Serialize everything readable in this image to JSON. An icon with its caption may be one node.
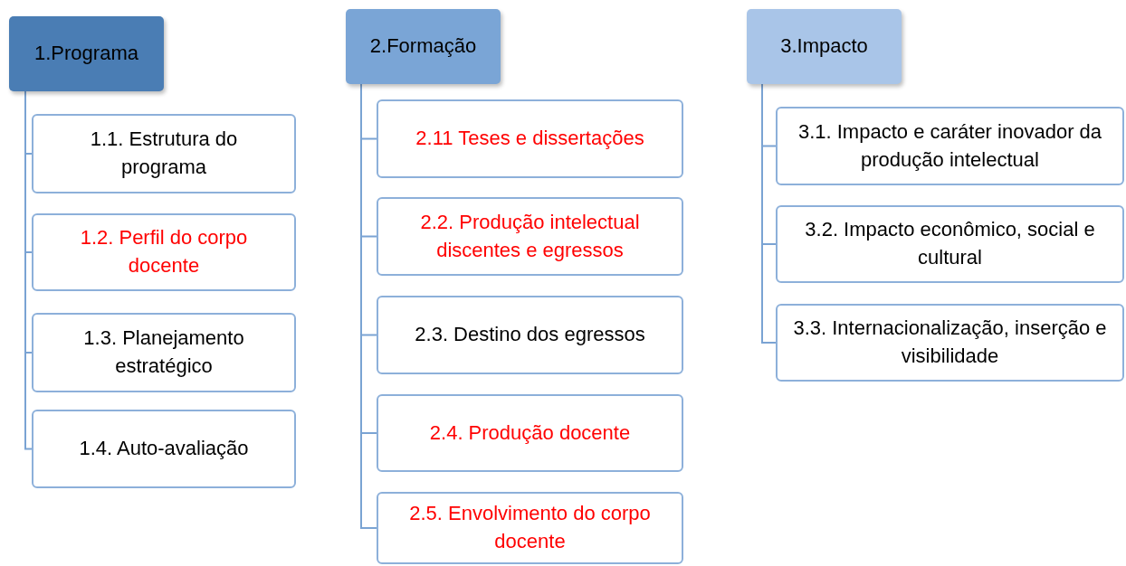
{
  "diagram": {
    "nodes": [
      {
        "text": [
          "1.Programa"
        ]
      },
      {
        "text": [
          "1.1. Estrutura do programa"
        ]
      },
      {
        "text": [
          "1.2. Perfil do corpo docente"
        ]
      },
      {
        "text": [
          "1.3. Planejamento estratégico"
        ]
      },
      {
        "text": [
          "1.4. Auto-avaliação"
        ]
      },
      {
        "text": [
          "2.Formação"
        ]
      },
      {
        "text": [
          "2.11 Teses e dissertações"
        ]
      },
      {
        "text": [
          "2.2. Produção intelectual discentes e egressos"
        ]
      },
      {
        "text": [
          "2.3. Destino dos egressos"
        ]
      },
      {
        "text": [
          "2.4. Produção docente"
        ]
      },
      {
        "text": [
          "2.5. Envolvimento do corpo docente"
        ]
      },
      {
        "text": [
          "3.Impacto"
        ]
      },
      {
        "text": [
          "3.1. Impacto e caráter inovador da produção intelectual"
        ]
      },
      {
        "text": [
          "3.2. Impacto econômico, social e cultural"
        ]
      },
      {
        "text": [
          "3.3. Internacionalização, inserção e visibilidade"
        ]
      }
    ],
    "edges": [
      {
        "from": 0,
        "to": 1,
        "arrow": "none"
      },
      {
        "from": 0,
        "to": 2,
        "arrow": "none"
      },
      {
        "from": 0,
        "to": 3,
        "arrow": "none"
      },
      {
        "from": 0,
        "to": 4,
        "arrow": "none"
      },
      {
        "from": 5,
        "to": 6,
        "arrow": "none"
      },
      {
        "from": 5,
        "to": 7,
        "arrow": "none"
      },
      {
        "from": 5,
        "to": 8,
        "arrow": "none"
      },
      {
        "from": 5,
        "to": 9,
        "arrow": "none"
      },
      {
        "from": 5,
        "to": 10,
        "arrow": "none"
      },
      {
        "from": 11,
        "to": 12,
        "arrow": "none"
      },
      {
        "from": 11,
        "to": 13,
        "arrow": "none"
      },
      {
        "from": 11,
        "to": 14,
        "arrow": "none"
      }
    ]
  }
}
